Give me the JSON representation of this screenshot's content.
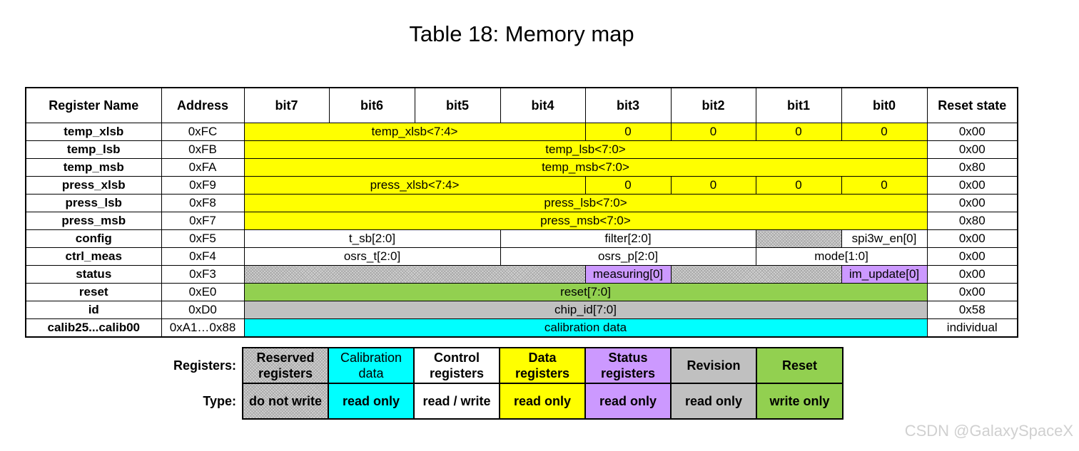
{
  "title": "Table 18: Memory map",
  "headers": {
    "register_name": "Register Name",
    "address": "Address",
    "bits": [
      "bit7",
      "bit6",
      "bit5",
      "bit4",
      "bit3",
      "bit2",
      "bit1",
      "bit0"
    ],
    "reset_state": "Reset state"
  },
  "rows": [
    {
      "name": "temp_xlsb",
      "address": "0xFC",
      "fields": [
        {
          "label": "temp_xlsb<7:4>",
          "span": 4,
          "type": "data"
        },
        {
          "label": "0",
          "span": 1,
          "type": "data"
        },
        {
          "label": "0",
          "span": 1,
          "type": "data"
        },
        {
          "label": "0",
          "span": 1,
          "type": "data"
        },
        {
          "label": "0",
          "span": 1,
          "type": "data"
        }
      ],
      "reset": "0x00"
    },
    {
      "name": "temp_lsb",
      "address": "0xFB",
      "fields": [
        {
          "label": "temp_lsb<7:0>",
          "span": 8,
          "type": "data"
        }
      ],
      "reset": "0x00"
    },
    {
      "name": "temp_msb",
      "address": "0xFA",
      "fields": [
        {
          "label": "temp_msb<7:0>",
          "span": 8,
          "type": "data"
        }
      ],
      "reset": "0x80"
    },
    {
      "name": "press_xlsb",
      "address": "0xF9",
      "fields": [
        {
          "label": "press_xlsb<7:4>",
          "span": 4,
          "type": "data"
        },
        {
          "label": "0",
          "span": 1,
          "type": "data"
        },
        {
          "label": "0",
          "span": 1,
          "type": "data"
        },
        {
          "label": "0",
          "span": 1,
          "type": "data"
        },
        {
          "label": "0",
          "span": 1,
          "type": "data"
        }
      ],
      "reset": "0x00"
    },
    {
      "name": "press_lsb",
      "address": "0xF8",
      "fields": [
        {
          "label": "press_lsb<7:0>",
          "span": 8,
          "type": "data"
        }
      ],
      "reset": "0x00"
    },
    {
      "name": "press_msb",
      "address": "0xF7",
      "fields": [
        {
          "label": "press_msb<7:0>",
          "span": 8,
          "type": "data"
        }
      ],
      "reset": "0x80"
    },
    {
      "name": "config",
      "address": "0xF5",
      "fields": [
        {
          "label": "t_sb[2:0]",
          "span": 3,
          "type": "control"
        },
        {
          "label": "filter[2:0]",
          "span": 3,
          "type": "control"
        },
        {
          "label": "",
          "span": 1,
          "type": "reserved"
        },
        {
          "label": "spi3w_en[0]",
          "span": 1,
          "type": "control"
        }
      ],
      "reset": "0x00"
    },
    {
      "name": "ctrl_meas",
      "address": "0xF4",
      "fields": [
        {
          "label": "osrs_t[2:0]",
          "span": 3,
          "type": "control"
        },
        {
          "label": "osrs_p[2:0]",
          "span": 3,
          "type": "control"
        },
        {
          "label": "mode[1:0]",
          "span": 2,
          "type": "control"
        }
      ],
      "reset": "0x00"
    },
    {
      "name": "status",
      "address": "0xF3",
      "fields": [
        {
          "label": "",
          "span": 4,
          "type": "reserved"
        },
        {
          "label": "measuring[0]",
          "span": 1,
          "type": "status"
        },
        {
          "label": "",
          "span": 2,
          "type": "reserved"
        },
        {
          "label": "im_update[0]",
          "span": 1,
          "type": "status"
        }
      ],
      "reset": "0x00"
    },
    {
      "name": "reset",
      "address": "0xE0",
      "fields": [
        {
          "label": "reset[7:0]",
          "span": 8,
          "type": "reset"
        }
      ],
      "reset": "0x00"
    },
    {
      "name": "id",
      "address": "0xD0",
      "fields": [
        {
          "label": "chip_id[7:0]",
          "span": 8,
          "type": "revision"
        }
      ],
      "reset": "0x58"
    },
    {
      "name": "calib25...calib00",
      "address": "0xA1…0x88",
      "fields": [
        {
          "label": "calibration data",
          "span": 8,
          "type": "calibration"
        }
      ],
      "reset": "individual"
    }
  ],
  "legend": {
    "registers_label": "Registers:",
    "type_label": "Type:",
    "items": [
      {
        "name": "Reserved registers",
        "access": "do not write",
        "type": "reserved",
        "name_bold": true
      },
      {
        "name": "Calibration data",
        "access": "read only",
        "type": "calibration",
        "name_bold": false
      },
      {
        "name": "Control registers",
        "access": "read / write",
        "type": "control",
        "name_bold": true
      },
      {
        "name": "Data registers",
        "access": "read only",
        "type": "data",
        "name_bold": true
      },
      {
        "name": "Status registers",
        "access": "read only",
        "type": "status",
        "name_bold": true
      },
      {
        "name": "Revision",
        "access": "read only",
        "type": "revision",
        "name_bold": true
      },
      {
        "name": "Reset",
        "access": "write only",
        "type": "reset",
        "name_bold": true
      }
    ]
  },
  "colors": {
    "data": "#ffff00",
    "calibration": "#00ffff",
    "control": "#ffffff",
    "status": "#cc99ff",
    "revision": "#c0c0c0",
    "reset": "#92d050",
    "reserved": "#d4d4d4"
  },
  "watermark": "CSDN @GalaxySpaceX"
}
